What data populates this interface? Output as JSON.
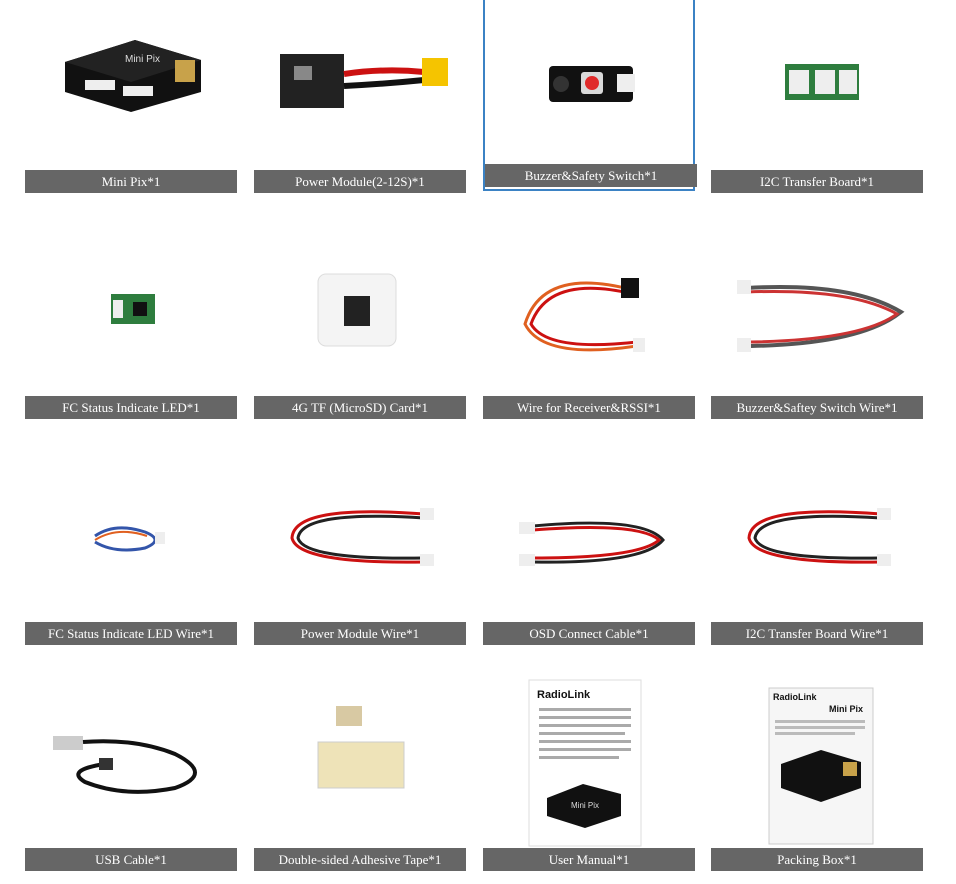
{
  "items": [
    {
      "label": "Mini Pix*1",
      "icon": "flight-controller-icon"
    },
    {
      "label": "Power Module(2-12S)*1",
      "icon": "power-module-icon"
    },
    {
      "label": "Buzzer&Safety Switch*1",
      "icon": "buzzer-switch-icon",
      "selected": true
    },
    {
      "label": "I2C Transfer Board*1",
      "icon": "i2c-board-icon"
    },
    {
      "label": "FC Status Indicate LED*1",
      "icon": "led-board-icon"
    },
    {
      "label": "4G TF (MicroSD) Card*1",
      "icon": "microsd-card-icon"
    },
    {
      "label": "Wire for Receiver&RSSI*1",
      "icon": "receiver-wire-icon"
    },
    {
      "label": "Buzzer&Saftey Switch Wire*1",
      "icon": "buzzer-wire-icon"
    },
    {
      "label": "FC Status Indicate LED Wire*1",
      "icon": "led-wire-icon"
    },
    {
      "label": "Power Module Wire*1",
      "icon": "power-wire-icon"
    },
    {
      "label": "OSD Connect Cable*1",
      "icon": "osd-cable-icon"
    },
    {
      "label": "I2C Transfer Board Wire*1",
      "icon": "i2c-wire-icon"
    },
    {
      "label": "USB Cable*1",
      "icon": "usb-cable-icon"
    },
    {
      "label": "Double-sided Adhesive Tape*1",
      "icon": "adhesive-tape-icon"
    },
    {
      "label": "User Manual*1",
      "icon": "user-manual-icon"
    },
    {
      "label": "Packing Box*1",
      "icon": "packing-box-icon"
    }
  ],
  "colors": {
    "label_bg": "#666666",
    "label_text": "#ffffff",
    "selected_border": "#3b82c4"
  },
  "manual": {
    "brand": "RadioLink",
    "product": "Mini Pix"
  },
  "box": {
    "brand": "RadioLink",
    "product": "Mini Pix"
  }
}
